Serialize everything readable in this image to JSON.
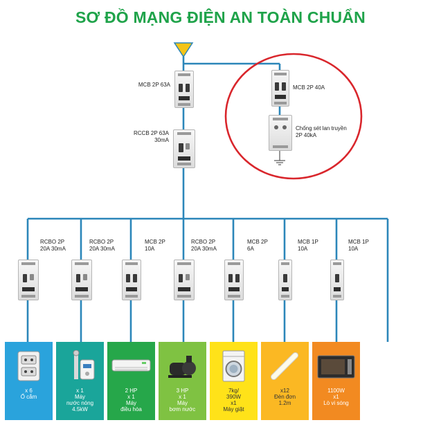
{
  "title": "SƠ ĐỒ MẠNG ĐIỆN AN TOÀN CHUẨN",
  "colors": {
    "title": "#1fa34a",
    "wire": "#2b86b9",
    "source": "#f5c417",
    "highlight_circle": "#d9262c",
    "cards": [
      "#2aa3dc",
      "#1aa59a",
      "#26a74a",
      "#7fc242",
      "#ffe219",
      "#fbb823",
      "#f28a21"
    ]
  },
  "main": {
    "mcb_label": [
      "MCB 2P 63A"
    ],
    "rccb_label": [
      "RCCB 2P 63A",
      "30mA"
    ]
  },
  "surge": {
    "mcb_label": [
      "MCB 2P 40A"
    ],
    "spd_label": [
      "Chống sét lan truyền",
      "2P 40kA"
    ]
  },
  "branches": [
    {
      "breaker": [
        "RCBO 2P",
        "20A 30mA"
      ],
      "load": [
        "x 6",
        "Ổ cắm"
      ],
      "icon": "power-outlet-icon"
    },
    {
      "breaker": [
        "RCBO 2P",
        "20A 30mA"
      ],
      "load": [
        "x 1",
        "Máy",
        "nước nóng",
        "4.5kW"
      ],
      "icon": "water-heater-icon"
    },
    {
      "breaker": [
        "MCB 2P",
        "10A"
      ],
      "load": [
        "2 HP",
        "x 1",
        "Máy",
        "điều hòa"
      ],
      "icon": "air-conditioner-icon"
    },
    {
      "breaker": [
        "RCBO 2P",
        "20A 30mA"
      ],
      "load": [
        "3 HP",
        "x 1",
        "Máy",
        "bơm nước"
      ],
      "icon": "water-pump-icon"
    },
    {
      "breaker": [
        "MCB 2P",
        "6A"
      ],
      "load": [
        "7kg/",
        "390W",
        "x1",
        "Máy giặt"
      ],
      "icon": "washing-machine-icon"
    },
    {
      "breaker": [
        "MCB 1P",
        "10A"
      ],
      "load": [
        "x12",
        "Đèn đơn",
        "1.2m"
      ],
      "icon": "tube-light-icon"
    },
    {
      "breaker": [
        "MCB 1P",
        "10A"
      ],
      "load": [
        "1100W",
        "x1",
        "Lò vi sóng"
      ],
      "icon": "microwave-icon"
    }
  ]
}
